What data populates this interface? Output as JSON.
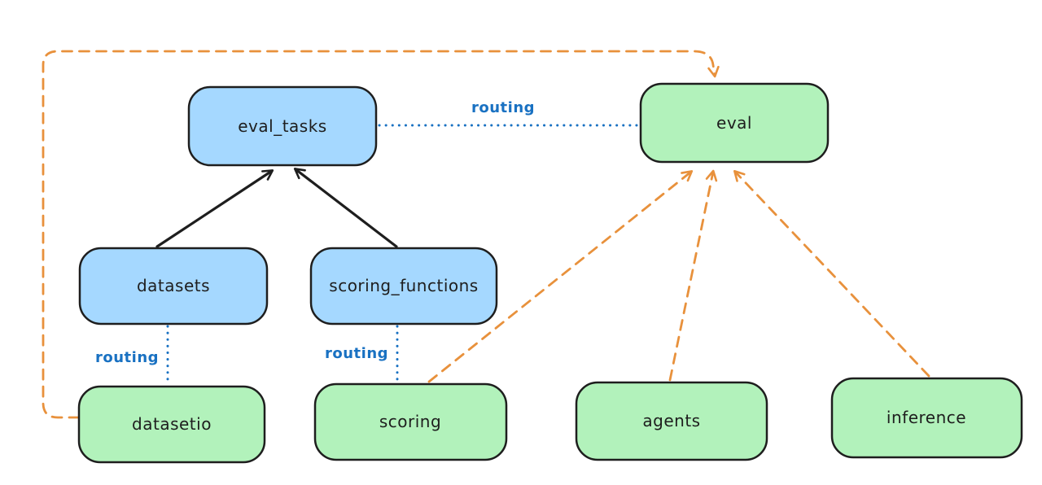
{
  "colors": {
    "background": "#ffffff",
    "node_stroke": "#1e1e1e",
    "blue_fill": "#a5d8ff",
    "green_fill": "#b2f2bb",
    "routing_blue": "#1971c2",
    "arrow_orange": "#e8913c",
    "arrow_black": "#1e1e1e"
  },
  "nodes": {
    "eval_tasks": {
      "label": "eval_tasks",
      "fill": "#a5d8ff"
    },
    "eval": {
      "label": "eval",
      "fill": "#b2f2bb"
    },
    "datasets": {
      "label": "datasets",
      "fill": "#a5d8ff"
    },
    "scoring_functions": {
      "label": "scoring_functions",
      "fill": "#a5d8ff"
    },
    "datasetio": {
      "label": "datasetio",
      "fill": "#b2f2bb"
    },
    "scoring": {
      "label": "scoring",
      "fill": "#b2f2bb"
    },
    "agents": {
      "label": "agents",
      "fill": "#b2f2bb"
    },
    "inference": {
      "label": "inference",
      "fill": "#b2f2bb"
    }
  },
  "edge_labels": {
    "eval_tasks_eval": "routing",
    "datasets_datasetio": "routing",
    "scoring_functions_scoring": "routing"
  },
  "edges": [
    {
      "from": "datasets",
      "to": "eval_tasks",
      "style": "solid-arrow",
      "color": "#1e1e1e"
    },
    {
      "from": "scoring_functions",
      "to": "eval_tasks",
      "style": "solid-arrow",
      "color": "#1e1e1e"
    },
    {
      "from": "eval_tasks",
      "to": "eval",
      "style": "dotted",
      "color": "#1971c2",
      "label": "routing"
    },
    {
      "from": "datasets",
      "to": "datasetio",
      "style": "dotted",
      "color": "#1971c2",
      "label": "routing"
    },
    {
      "from": "scoring_functions",
      "to": "scoring",
      "style": "dotted",
      "color": "#1971c2",
      "label": "routing"
    },
    {
      "from": "datasetio",
      "to": "eval",
      "style": "dashed-arrow",
      "color": "#e8913c"
    },
    {
      "from": "scoring",
      "to": "eval",
      "style": "dashed-arrow",
      "color": "#e8913c"
    },
    {
      "from": "agents",
      "to": "eval",
      "style": "dashed-arrow",
      "color": "#e8913c"
    },
    {
      "from": "inference",
      "to": "eval",
      "style": "dashed-arrow",
      "color": "#e8913c"
    }
  ]
}
